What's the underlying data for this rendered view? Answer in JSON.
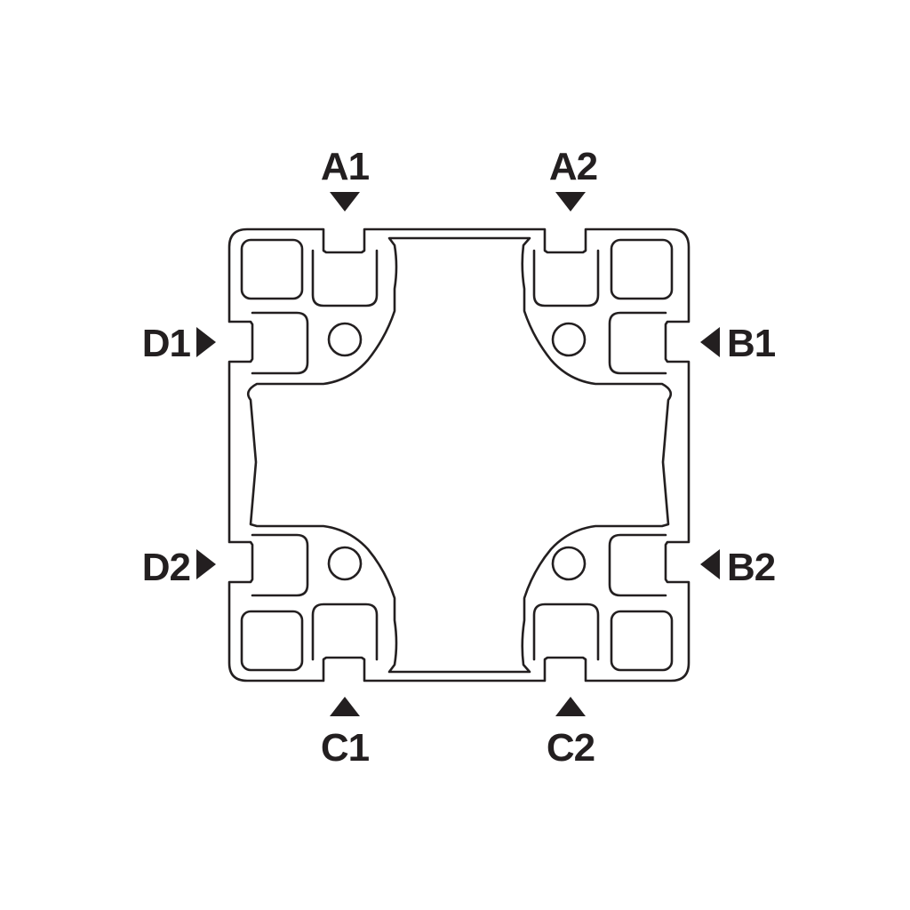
{
  "colors": {
    "line": "#231f20",
    "background": "#ffffff"
  },
  "slots": {
    "A1": "A1",
    "A2": "A2",
    "B1": "B1",
    "B2": "B2",
    "C1": "C1",
    "C2": "C2",
    "D1": "D1",
    "D2": "D2"
  }
}
